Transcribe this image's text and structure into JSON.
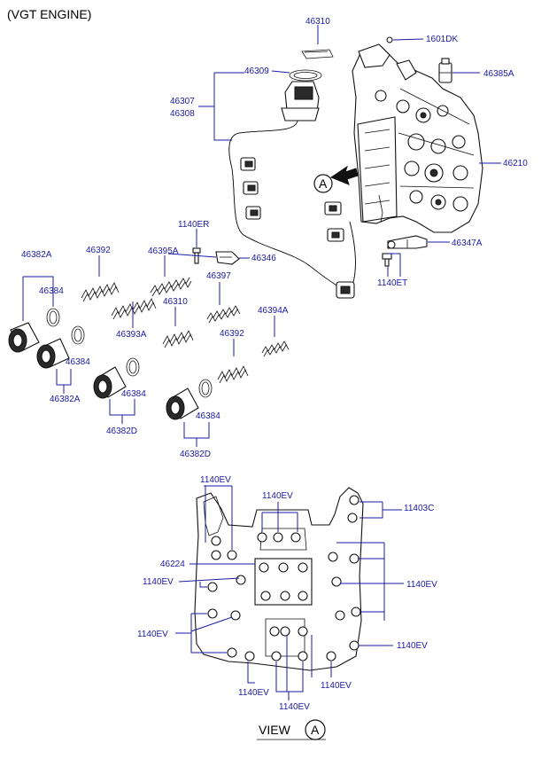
{
  "title": "(VGT ENGINE)",
  "view_label": "VIEW",
  "view_letter": "A",
  "callout_letter": "A",
  "labels": {
    "l46310_top": "46310",
    "l1601DK": "1601DK",
    "l46309": "46309",
    "l46385A": "46385A",
    "l46307": "46307",
    "l46308": "46308",
    "l46210": "46210",
    "l1140ER": "1140ER",
    "l46347A": "46347A",
    "l46382A_1": "46382A",
    "l46392_1": "46392",
    "l46395A": "46395A",
    "l46346": "46346",
    "l1140ET": "1140ET",
    "l46384_1": "46384",
    "l46397": "46397",
    "l46310_mid": "46310",
    "l46394A": "46394A",
    "l46393A": "46393A",
    "l46392_2": "46392",
    "l46384_2": "46384",
    "l46382A_2": "46382A",
    "l46384_3": "46384",
    "l46382D_1": "46382D",
    "l46384_4": "46384",
    "l46382D_2": "46382D",
    "l1140EV_1": "1140EV",
    "l1140EV_2": "1140EV",
    "l11403C": "11403C",
    "l46224": "46224",
    "l1140EV_3": "1140EV",
    "l1140EV_4": "1140EV",
    "l1140EV_5": "1140EV",
    "l1140EV_6": "1140EV",
    "l1140EV_7": "1140EV",
    "l1140EV_8": "1140EV",
    "l1140EV_9": "1140EV"
  }
}
